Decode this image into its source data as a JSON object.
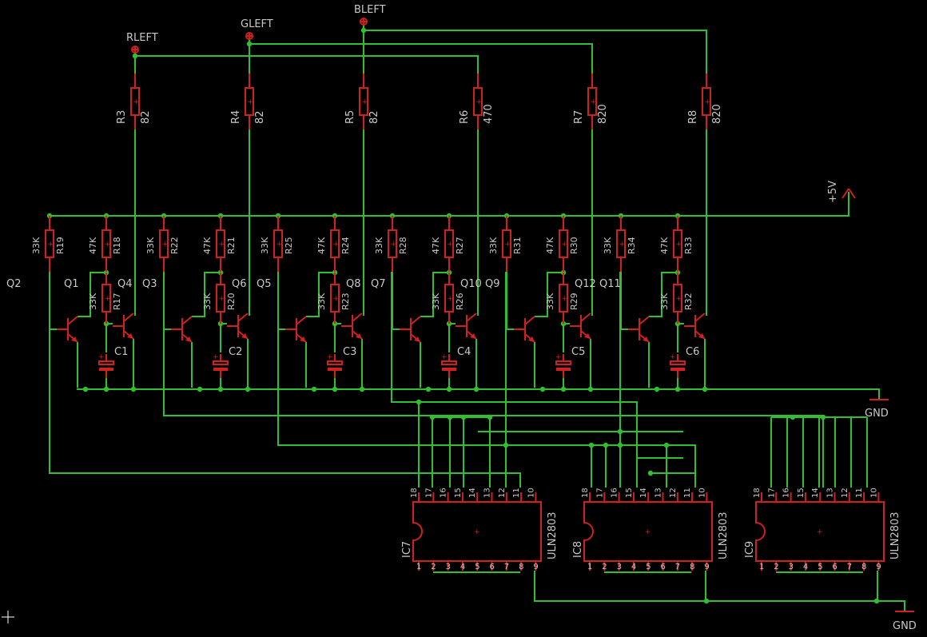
{
  "colors": {
    "background": "#000000",
    "wire": "#2fbf2f",
    "part": "#d02020",
    "text": "#c8c8c8"
  },
  "nets": {
    "rleft": "RLEFT",
    "gleft": "GLEFT",
    "bleft": "BLEFT",
    "vcc": "+5V",
    "gnd": "GND"
  },
  "top_resistors": [
    {
      "name": "R3",
      "value": "82"
    },
    {
      "name": "R4",
      "value": "82"
    },
    {
      "name": "R5",
      "value": "82"
    },
    {
      "name": "R6",
      "value": "470"
    },
    {
      "name": "R7",
      "value": "820"
    },
    {
      "name": "R8",
      "value": "820"
    }
  ],
  "stages": [
    {
      "qa": "Q2",
      "qb": "Q1",
      "qc": "Q4",
      "r_left": "R19",
      "r_left_val": "33K",
      "r_top": "R18",
      "r_top_val": "47K",
      "r_mid": "R17",
      "r_mid_val": "33K",
      "cap": "C1"
    },
    {
      "qa": "Q3",
      "qb": "",
      "qc": "Q6",
      "r_left": "R22",
      "r_left_val": "33K",
      "r_top": "R21",
      "r_top_val": "47K",
      "r_mid": "R20",
      "r_mid_val": "33K",
      "cap": "C2"
    },
    {
      "qa": "Q5",
      "qb": "",
      "qc": "Q8",
      "r_left": "R25",
      "r_left_val": "33K",
      "r_top": "R24",
      "r_top_val": "47K",
      "r_mid": "R23",
      "r_mid_val": "33K",
      "cap": "C3"
    },
    {
      "qa": "Q7",
      "qb": "",
      "qc": "Q10",
      "r_left": "R28",
      "r_left_val": "33K",
      "r_top": "R27",
      "r_top_val": "47K",
      "r_mid": "R26",
      "r_mid_val": "33K",
      "cap": "C4"
    },
    {
      "qa": "Q9",
      "qb": "",
      "qc": "Q12",
      "r_left": "R31",
      "r_left_val": "33K",
      "r_top": "R30",
      "r_top_val": "47K",
      "r_mid": "R29",
      "r_mid_val": "33K",
      "cap": "C5"
    },
    {
      "qa": "Q11",
      "qb": "",
      "qc": "",
      "r_left": "R34",
      "r_left_val": "33K",
      "r_top": "R33",
      "r_top_val": "47K",
      "r_mid": "R32",
      "r_mid_val": "33K",
      "cap": "C6"
    }
  ],
  "ics": [
    {
      "name": "IC7",
      "part": "ULN2803"
    },
    {
      "name": "IC8",
      "part": "ULN2803"
    },
    {
      "name": "IC9",
      "part": "ULN2803"
    }
  ],
  "pins_top": [
    "18",
    "17",
    "16",
    "15",
    "14",
    "13",
    "12",
    "11",
    "10"
  ],
  "pins_bottom": [
    "1",
    "2",
    "3",
    "4",
    "5",
    "6",
    "7",
    "8",
    "9"
  ]
}
